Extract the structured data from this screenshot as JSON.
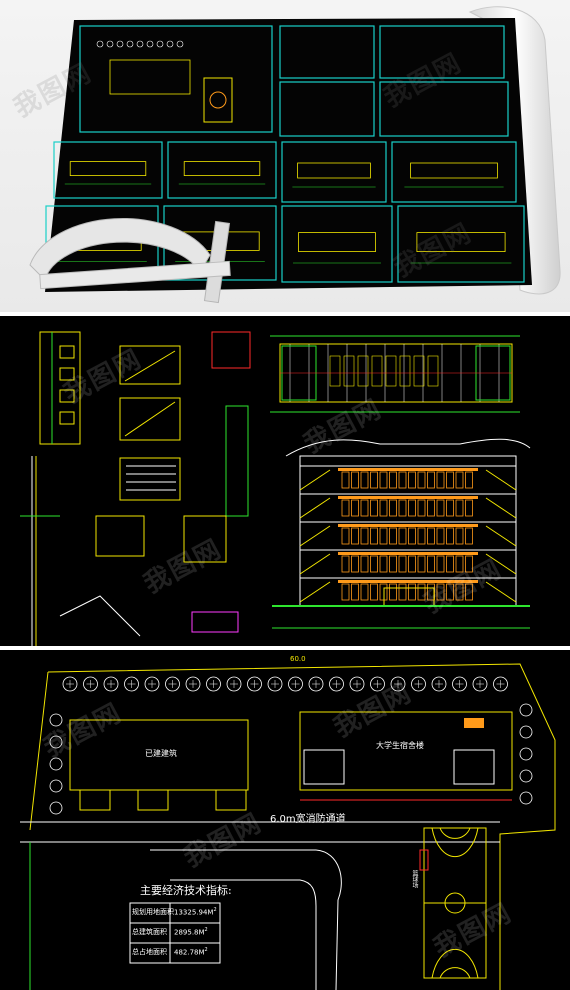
{
  "colors": {
    "background": "#000000",
    "sheet_border": "#19d0c8",
    "cad_yellow": "#f2e600",
    "cad_green": "#2ee62e",
    "cad_red": "#ff2a2a",
    "cad_magenta": "#ff3cff",
    "cad_white": "#ffffff",
    "cad_orange": "#ff9a1a"
  },
  "watermark": "我图网",
  "site_plan": {
    "road_label": "6.0m宽消防通道",
    "existing_building_label": "已建建筑",
    "school_building_label": "大学生宿舍楼",
    "court_label": "篮球场",
    "width_dim": "60.0",
    "tech_table": {
      "title": "主要经济技术指标:",
      "rows": [
        {
          "label": "规划用地面积",
          "value": "13325.94M",
          "sup": "2"
        },
        {
          "label": "总建筑面积",
          "value": "2895.8M",
          "sup": "2"
        },
        {
          "label": "总占地面积",
          "value": "482.78M",
          "sup": "2"
        }
      ]
    }
  }
}
